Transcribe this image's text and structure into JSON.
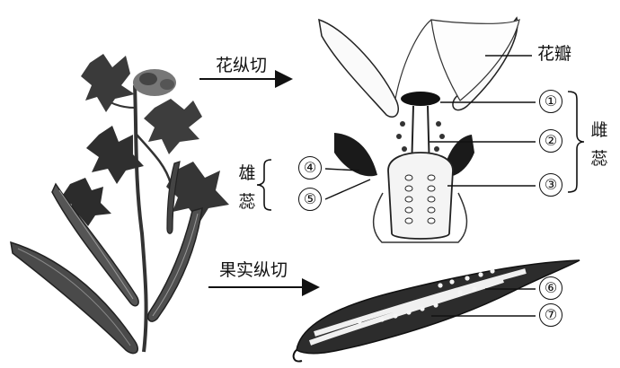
{
  "labels": {
    "flower_section": "花纵切",
    "fruit_section": "果实纵切",
    "petal": "花瓣"
  },
  "pistil_group": {
    "chars": [
      "雌",
      "蕊"
    ]
  },
  "stamen_group": {
    "chars": [
      "雄",
      "蕊"
    ]
  },
  "markers": [
    "①",
    "②",
    "③",
    "④",
    "⑤",
    "⑥",
    "⑦"
  ]
}
